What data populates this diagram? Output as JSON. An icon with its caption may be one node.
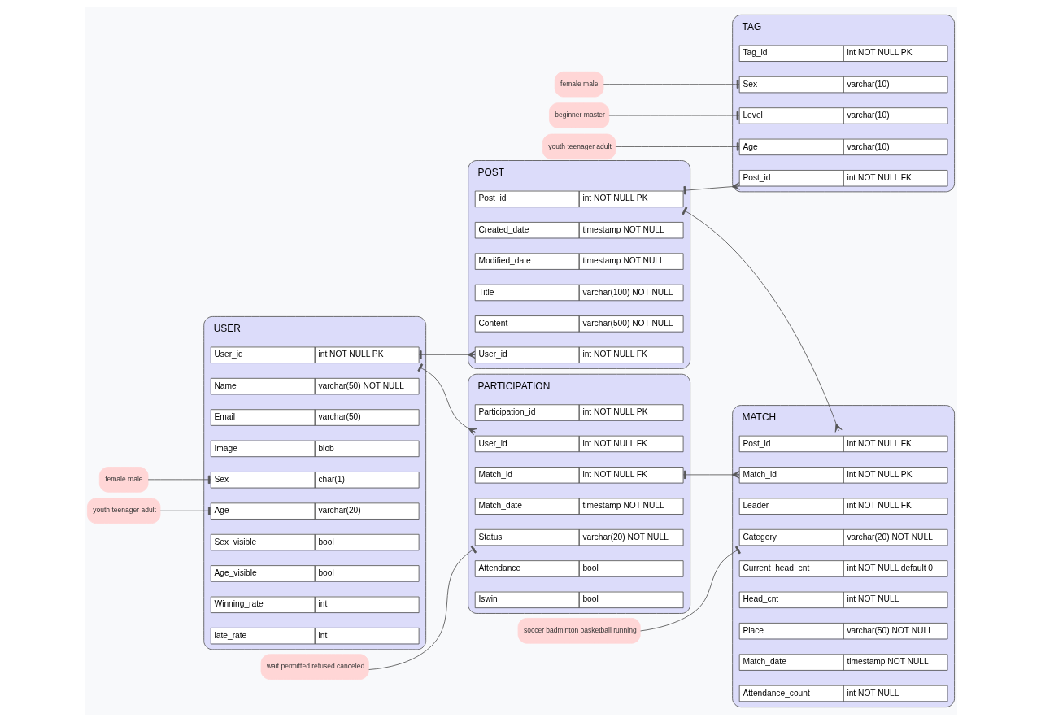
{
  "diagram": {
    "nodes": [
      {
        "text": [
          "USER"
        ]
      },
      {
        "text": [
          "User_id",
          "int NOT NULL PK"
        ],
        "in": 0
      },
      {
        "text": [
          "Name",
          "varchar(50) NOT NULL"
        ],
        "in": 0
      },
      {
        "text": [
          "Email",
          "varchar(50)"
        ],
        "in": 0
      },
      {
        "text": [
          "Image",
          "blob"
        ],
        "in": 0
      },
      {
        "text": [
          "Sex",
          "char(1)"
        ],
        "in": 0
      },
      {
        "text": [
          "Age",
          "varchar(20)"
        ],
        "in": 0
      },
      {
        "text": [
          "Sex_visible",
          "bool"
        ],
        "in": 0
      },
      {
        "text": [
          "Age_visible",
          "bool"
        ],
        "in": 0
      },
      {
        "text": [
          "Winning_rate",
          "int"
        ],
        "in": 0
      },
      {
        "text": [
          "late_rate",
          "int"
        ],
        "in": 0
      },
      {
        "text": [
          "female male"
        ]
      },
      {
        "text": [
          "youth teenager adult"
        ]
      },
      {
        "text": [
          "PARTICIPATION"
        ]
      },
      {
        "text": [
          "Participation_id",
          "int NOT NULL PK"
        ],
        "in": 13
      },
      {
        "text": [
          "User_id",
          "int NOT NULL FK"
        ],
        "in": 13
      },
      {
        "text": [
          "Match_id",
          "int NOT NULL FK"
        ],
        "in": 13
      },
      {
        "text": [
          "Match_date",
          "timestamp NOT NULL"
        ],
        "in": 13
      },
      {
        "text": [
          "Status",
          "varchar(20) NOT NULL"
        ],
        "in": 13
      },
      {
        "text": [
          "Attendance",
          "bool"
        ],
        "in": 13
      },
      {
        "text": [
          "Iswin",
          "bool"
        ],
        "in": 13
      },
      {
        "text": [
          "wait permitted refused canceled"
        ]
      },
      {
        "text": [
          "POST"
        ]
      },
      {
        "text": [
          "Post_id",
          "int NOT NULL PK"
        ],
        "in": 22
      },
      {
        "text": [
          "Created_date",
          "timestamp NOT NULL"
        ],
        "in": 22
      },
      {
        "text": [
          "Modified_date",
          "timestamp NOT NULL"
        ],
        "in": 22
      },
      {
        "text": [
          "Title",
          "varchar(100) NOT NULL"
        ],
        "in": 22
      },
      {
        "text": [
          "Content",
          "varchar(500) NOT NULL"
        ],
        "in": 22
      },
      {
        "text": [
          "User_id",
          "int NOT NULL FK"
        ],
        "in": 22
      },
      {
        "text": [
          "MATCH"
        ]
      },
      {
        "text": [
          "Match_id",
          "int NOT NULL PK"
        ],
        "in": 29
      },
      {
        "text": [
          "Post_id",
          "int NOT NULL FK"
        ],
        "in": 29
      },
      {
        "text": [
          "Leader",
          "int NOT NULL FK"
        ],
        "in": 29
      },
      {
        "text": [
          "Category",
          "varchar(20) NOT NULL"
        ],
        "in": 29
      },
      {
        "text": [
          "Current_head_cnt",
          "int NOT NULL default 0"
        ],
        "in": 29
      },
      {
        "text": [
          "Head_cnt",
          "int NOT NULL"
        ],
        "in": 29
      },
      {
        "text": [
          "Place",
          "varchar(50) NOT NULL"
        ],
        "in": 29
      },
      {
        "text": [
          "Match_date",
          "timestamp NOT NULL"
        ],
        "in": 29
      },
      {
        "text": [
          "Attendance_count",
          "int NOT NULL"
        ],
        "in": 29
      },
      {
        "text": [
          "soccer badminton basketball running"
        ]
      },
      {
        "text": [
          "TAG"
        ]
      },
      {
        "text": [
          "Tag_id",
          "int NOT NULL PK"
        ],
        "in": 40
      },
      {
        "text": [
          "Post_id",
          "int NOT NULL FK"
        ],
        "in": 40
      },
      {
        "text": [
          "Sex",
          "varchar(10)"
        ],
        "in": 40
      },
      {
        "text": [
          "Level",
          "varchar(10)"
        ],
        "in": 40
      },
      {
        "text": [
          "Age",
          "varchar(10)"
        ],
        "in": 40
      },
      {
        "text": [
          "female male"
        ]
      },
      {
        "text": [
          "beginner master"
        ]
      },
      {
        "text": [
          "youth teenager adult"
        ]
      }
    ],
    "edges": [
      {
        "from": 1,
        "to": 28,
        "arrow": "other"
      },
      {
        "from": 1,
        "to": 15,
        "arrow": "other"
      },
      {
        "from": 16,
        "to": 30,
        "arrow": "other"
      },
      {
        "from": 23,
        "to": 31,
        "arrow": "other"
      },
      {
        "from": 23,
        "to": 42,
        "arrow": "other"
      },
      {
        "from": 11,
        "to": 5,
        "arrow": "other"
      },
      {
        "from": 12,
        "to": 6,
        "arrow": "other"
      },
      {
        "from": 21,
        "to": 18,
        "arrow": "other"
      },
      {
        "from": 39,
        "to": 33,
        "arrow": "other"
      },
      {
        "from": 46,
        "to": 43,
        "arrow": "other"
      },
      {
        "from": 47,
        "to": 44,
        "arrow": "other"
      },
      {
        "from": 48,
        "to": 45,
        "arrow": "other"
      }
    ]
  }
}
